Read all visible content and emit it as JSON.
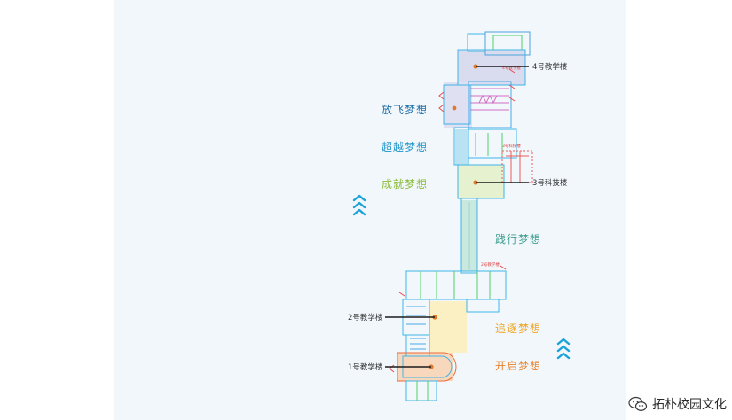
{
  "slogans": {
    "fly": "放飞梦想",
    "surpass": "超越梦想",
    "achieve": "成就梦想",
    "practice": "践行梦想",
    "pursue": "追逐梦想",
    "open": "开启梦想"
  },
  "buildings": {
    "b4": "4号教学楼",
    "b3": "3号科技楼",
    "b2": "2号教学楼",
    "b1": "1号教学楼"
  },
  "floor_tags": {
    "t4": "4号教学楼",
    "t3": "3号科技楼",
    "t2": "2号教学楼"
  },
  "watermark": {
    "text": "拓朴校园文化",
    "icon": "wechat-icon"
  },
  "colors": {
    "fly": "#1e6fa8",
    "surpass": "#2396c9",
    "achieve": "#8bbd3c",
    "practice": "#3e9e8e",
    "pursue": "#f0a523",
    "open": "#e8832a",
    "chevron": "#1aa3d8"
  }
}
